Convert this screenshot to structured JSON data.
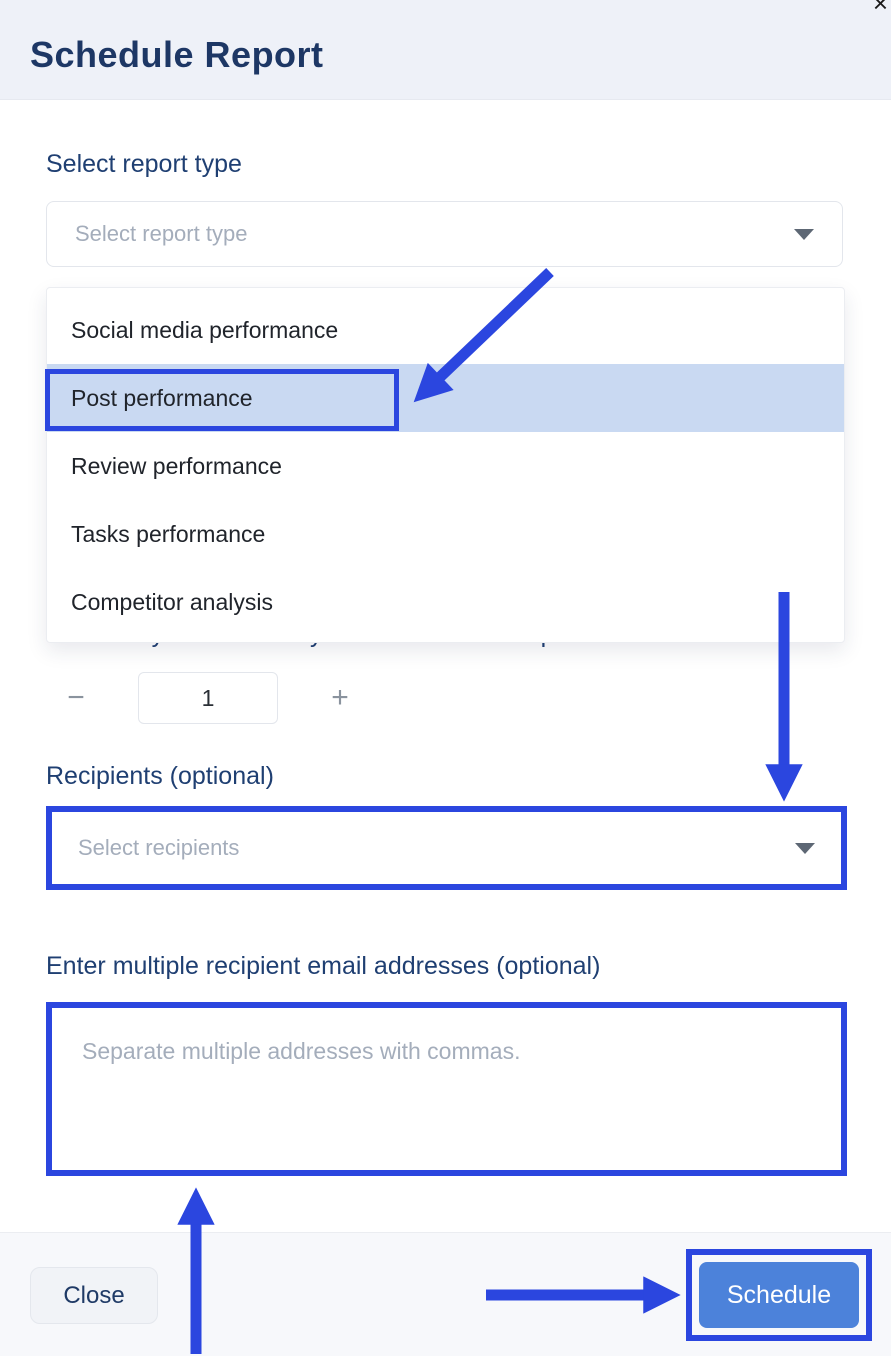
{
  "modal": {
    "title": "Schedule Report",
    "close_x": "×"
  },
  "report_type": {
    "label": "Select report type",
    "placeholder": "Select report type"
  },
  "dropdown": {
    "options": [
      {
        "label": "Social media performance",
        "highlighted": false
      },
      {
        "label": "Post performance",
        "highlighted": true
      },
      {
        "label": "Review performance",
        "highlighted": false
      },
      {
        "label": "Tasks performance",
        "highlighted": false
      },
      {
        "label": "Competitor analysis",
        "highlighted": false
      }
    ]
  },
  "run_count": {
    "label": "How many times would you like to run this report",
    "minus": "−",
    "value": "1",
    "plus": "+"
  },
  "recipients": {
    "label": "Recipients (optional)",
    "placeholder": "Select recipients"
  },
  "emails": {
    "label": "Enter multiple recipient email addresses (optional)",
    "placeholder": "Separate multiple addresses with commas."
  },
  "footer": {
    "close_label": "Close",
    "schedule_label": "Schedule"
  },
  "colors": {
    "annotation_blue": "#2b46df",
    "accent_button": "#4c82da",
    "highlight_row": "#c9d9f2",
    "title_navy": "#1d3765",
    "header_bg": "#eef1f8"
  }
}
